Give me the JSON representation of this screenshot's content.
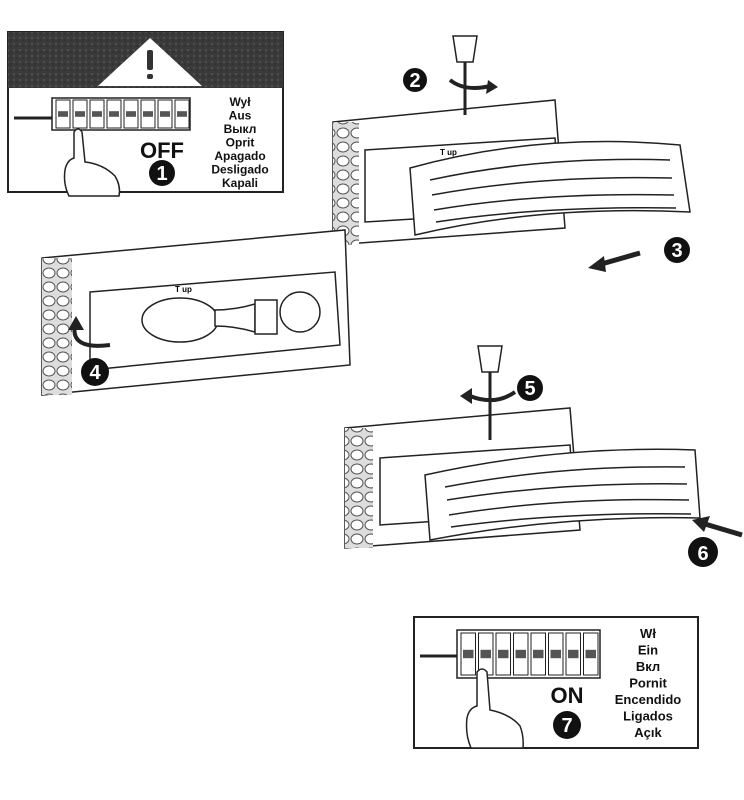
{
  "panel_off": {
    "state": "OFF",
    "step": "1",
    "labels": [
      "Wył",
      "Aus",
      "Выкл",
      "Oprit",
      "Apagado",
      "Desligado",
      "Kapali"
    ]
  },
  "panel_on": {
    "state": "ON",
    "step": "7",
    "labels": [
      "Wł",
      "Ein",
      "Вкл",
      "Pornit",
      "Encendido",
      "Ligados",
      "Açık"
    ]
  },
  "steps": {
    "s2": "2",
    "s3": "3",
    "s4": "4",
    "s5": "5",
    "s6": "6"
  },
  "fixture_label": "T up",
  "icons": [
    "warning-icon",
    "breaker-switch-icon",
    "hand-icon",
    "screwdriver-icon",
    "rotate-arrow-icon",
    "arrow-icon",
    "bulb-icon"
  ]
}
